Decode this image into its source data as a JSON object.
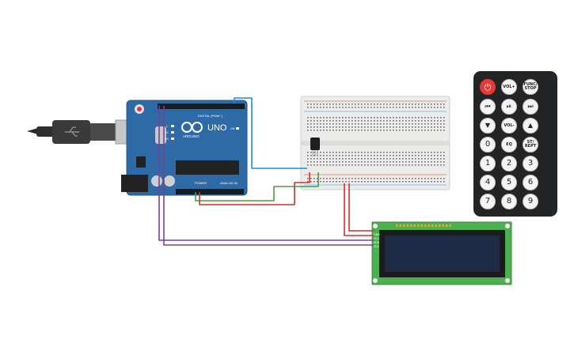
{
  "arduino": {
    "model": "UNO",
    "brand": "ARDUINO",
    "digital_label": "DIGITAL (PWM~)",
    "power_label": "POWER",
    "analog_label": "ANALOG IN",
    "led_labels": [
      "L",
      "TX",
      "RX"
    ],
    "on_label": "ON"
  },
  "remote": {
    "buttons": [
      {
        "label": "⏻",
        "variant": "power",
        "name": "power-button"
      },
      {
        "label": "VOL+",
        "variant": "small",
        "name": "vol-up-button"
      },
      {
        "label": "FUNC/ STOP",
        "variant": "small",
        "name": "func-stop-button"
      },
      {
        "label": "⏮",
        "variant": "icon",
        "name": "prev-button"
      },
      {
        "label": "⏯",
        "variant": "icon",
        "name": "play-pause-button"
      },
      {
        "label": "⏭",
        "variant": "icon",
        "name": "next-button"
      },
      {
        "label": "▼",
        "variant": "icon",
        "name": "down-button"
      },
      {
        "label": "VOL-",
        "variant": "small",
        "name": "vol-down-button"
      },
      {
        "label": "▲",
        "variant": "icon",
        "name": "up-button"
      },
      {
        "label": "0",
        "variant": "",
        "name": "digit-0-button"
      },
      {
        "label": "EQ",
        "variant": "small",
        "name": "eq-button"
      },
      {
        "label": "ST/ REPT",
        "variant": "small",
        "name": "st-rept-button"
      },
      {
        "label": "1",
        "variant": "",
        "name": "digit-1-button"
      },
      {
        "label": "2",
        "variant": "",
        "name": "digit-2-button"
      },
      {
        "label": "3",
        "variant": "",
        "name": "digit-3-button"
      },
      {
        "label": "4",
        "variant": "",
        "name": "digit-4-button"
      },
      {
        "label": "5",
        "variant": "",
        "name": "digit-5-button"
      },
      {
        "label": "6",
        "variant": "",
        "name": "digit-6-button"
      },
      {
        "label": "7",
        "variant": "",
        "name": "digit-7-button"
      },
      {
        "label": "8",
        "variant": "",
        "name": "digit-8-button"
      },
      {
        "label": "9",
        "variant": "",
        "name": "digit-9-button"
      }
    ]
  },
  "colors": {
    "board": "#2e6aa5",
    "breadboard": "#ececea",
    "lcd_pcb": "#4caf50",
    "lcd_screen": "#1f2a44",
    "remote_body": "#222426",
    "power_button": "#e53935",
    "wire_blue": "#1e88e5",
    "wire_red": "#d32f2f",
    "wire_green": "#43a047",
    "wire_purple": "#7b3f99"
  }
}
